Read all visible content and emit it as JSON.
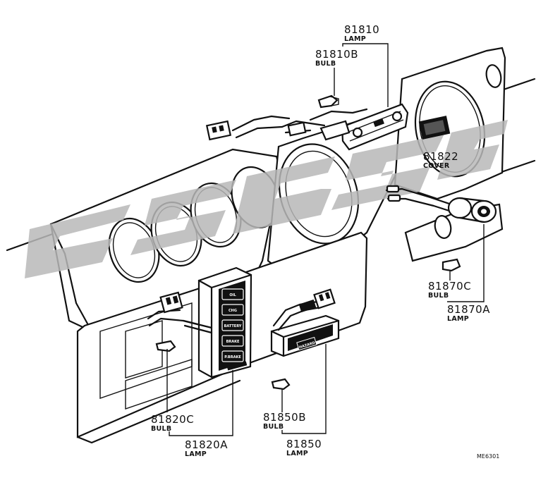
{
  "parts": [
    {
      "id": "p81810",
      "number": "81810",
      "name": "LAMP"
    },
    {
      "id": "p81810b",
      "number": "81810B",
      "name": "BULB"
    },
    {
      "id": "p81822",
      "number": "81822",
      "name": "COVER"
    },
    {
      "id": "p81870c",
      "number": "81870C",
      "name": "BULB"
    },
    {
      "id": "p81870a",
      "number": "81870A",
      "name": "LAMP"
    },
    {
      "id": "p81820c",
      "number": "81820C",
      "name": "BULB"
    },
    {
      "id": "p81820a",
      "number": "81820A",
      "name": "LAMP"
    },
    {
      "id": "p81850b",
      "number": "81850B",
      "name": "BULB"
    },
    {
      "id": "p81850",
      "number": "81850",
      "name": "LAMP"
    }
  ],
  "warning_buttons": [
    "OIL",
    "CHG",
    "BATTERY",
    "BRAKE",
    "P.BRAKE"
  ],
  "switch_button": "HAZARD",
  "figure_code": "ME6301",
  "watermark_color": "#b8b8b8"
}
